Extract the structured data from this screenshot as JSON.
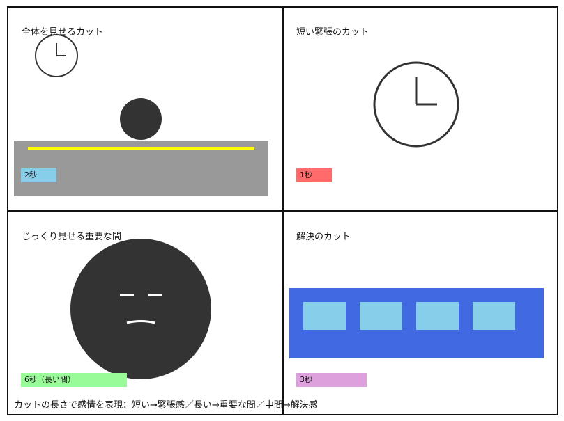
{
  "panels": [
    {
      "title": "全体を見せるカット",
      "duration": "2秒",
      "duration_color": "#87ceeb"
    },
    {
      "title": "短い緊張のカット",
      "duration": "1秒",
      "duration_color": "#ff6b6b"
    },
    {
      "title": "じっくり見せる重要な間",
      "duration": "6秒（長い間）",
      "duration_color": "#98fb98"
    },
    {
      "title": "解決のカット",
      "duration": "3秒",
      "duration_color": "#dda0dd"
    }
  ],
  "caption": "カットの長さで感情を表現：短い→緊張感／長い→重要な間／中間→解決感",
  "colors": {
    "stroke": "#111111",
    "figure": "#333333",
    "table": "#999999",
    "accent_line": "#ffff00",
    "blue_panel": "#4169e1",
    "light_blocks": "#87ceeb"
  }
}
